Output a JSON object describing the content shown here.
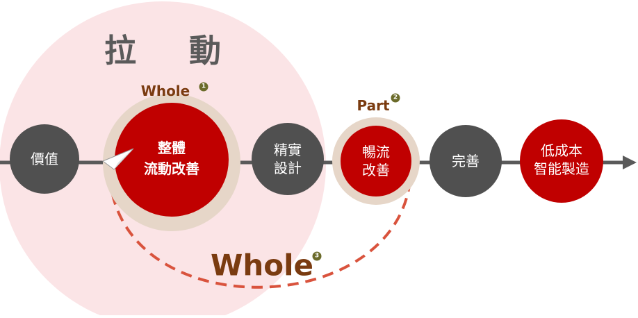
{
  "title": "拉 動",
  "nodes": [
    {
      "id": "value",
      "label": "價值",
      "kind": "gray"
    },
    {
      "id": "whole-flow",
      "label": "整體\n流動改善",
      "kind": "red-halo"
    },
    {
      "id": "lean-design",
      "label": "精實\n設計",
      "kind": "gray"
    },
    {
      "id": "smooth-flow",
      "label": "暢流\n改善",
      "kind": "red-halo"
    },
    {
      "id": "perfect",
      "label": "完善",
      "kind": "gray"
    },
    {
      "id": "low-cost",
      "label": "低成本\n智能製造",
      "kind": "red"
    }
  ],
  "tags": [
    {
      "id": "whole-top",
      "text": "Whole",
      "badge": "1"
    },
    {
      "id": "part",
      "text": "Part",
      "badge": "2"
    },
    {
      "id": "whole-bottom",
      "text": "Whole",
      "badge": "3"
    }
  ],
  "colors": {
    "gray": "#505050",
    "red": "#c00000",
    "halo": "#e6d6c8",
    "bigCircle": "#fbe4e6",
    "arrow": "#5a5a5a",
    "dash": "#d9533d",
    "tagText": "#7a3b10"
  }
}
